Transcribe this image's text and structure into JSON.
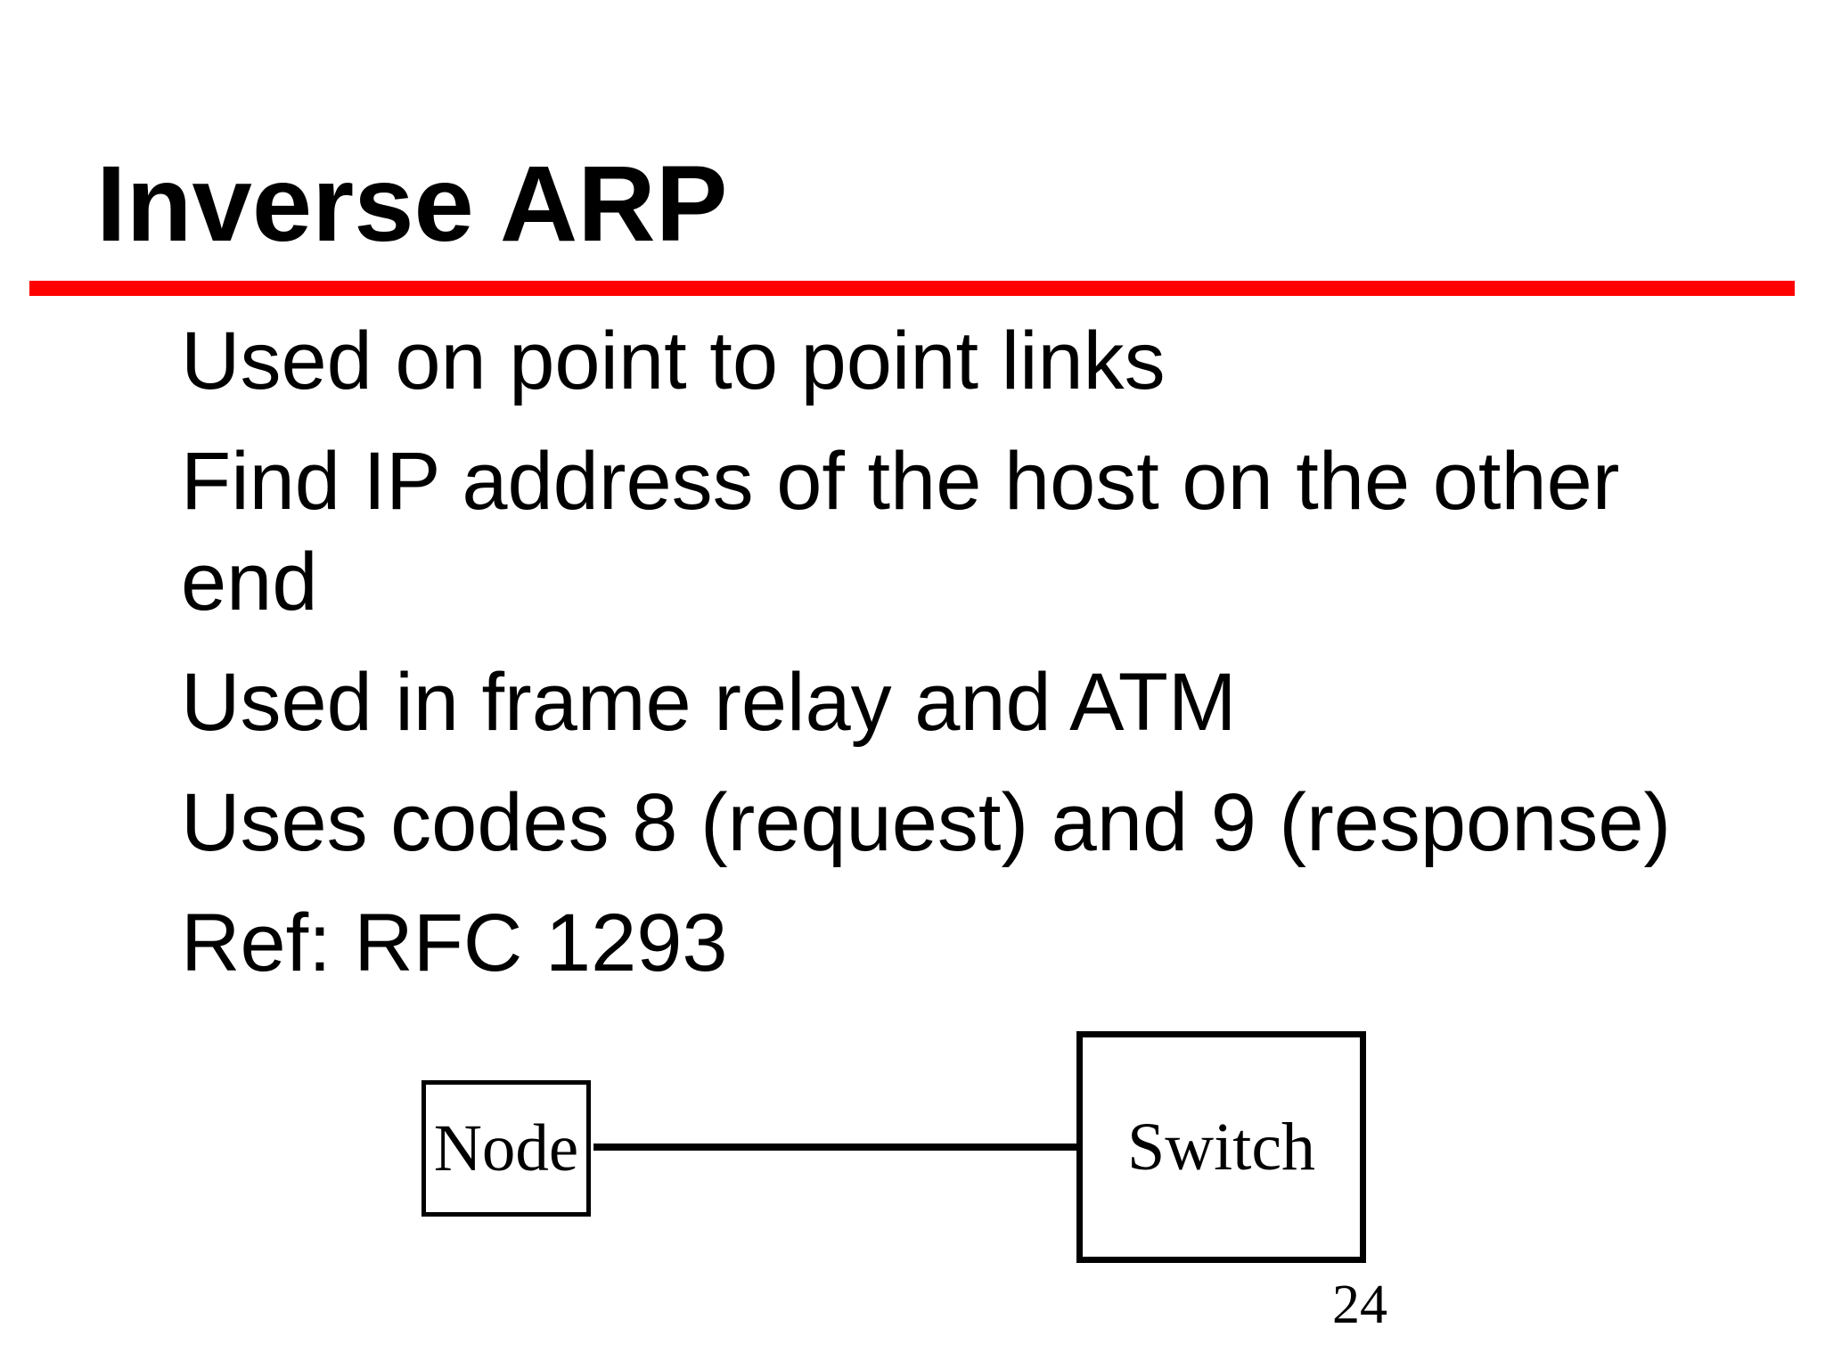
{
  "slide_title": "Inverse ARP",
  "accent_color": "#ff0000",
  "bullets": [
    "Used on point to point links",
    "Find IP address of the host on the other end",
    "Used in frame relay and ATM",
    "Uses codes 8 (request) and 9 (response)",
    "Ref: RFC 1293"
  ],
  "diagram": {
    "node_label": "Node",
    "switch_label": "Switch",
    "link_color": "#000000"
  },
  "page_number": "24"
}
